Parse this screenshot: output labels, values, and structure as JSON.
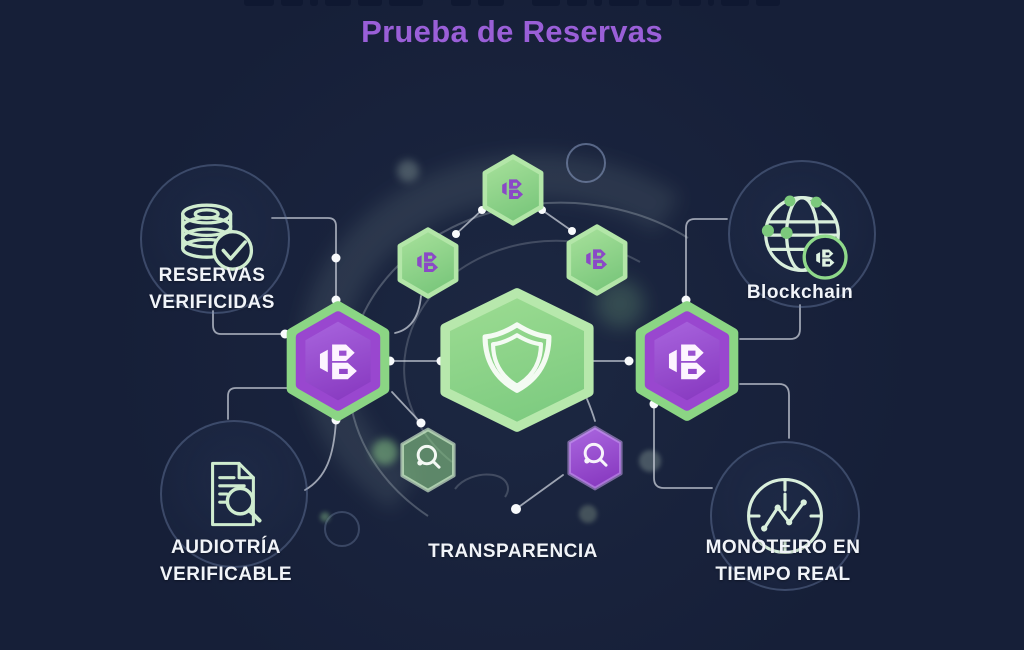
{
  "title": {
    "text": "Prueba de Reservas"
  },
  "nodes": {
    "reserves": {
      "label": "RESERVAS\nVERIFICIDAS",
      "icon": "coins-check-icon"
    },
    "blockchain": {
      "label": "Blockchain",
      "icon": "globe-network-icon"
    },
    "audit": {
      "label": "AUDIOTRÍA\nVERIFICABLE",
      "icon": "document-search-icon"
    },
    "transparency": {
      "label": "TRANSPARENCIA",
      "icon": "magnifier-hexagon-icon"
    },
    "monitoring": {
      "label": "MONOTEIRO EN\nTIEMPO REAL",
      "icon": "clock-chart-icon"
    }
  },
  "center": {
    "icon": "shield-icon"
  },
  "brand_logo": "ib-hexagon-logo",
  "colors": {
    "background": "#161f38",
    "title": "#9a5fd8",
    "hex_green": "#8ed587",
    "hex_green_border": "#b3e6a8",
    "hex_purple": "#9a4ed2",
    "icon_green": "#cfeccf",
    "label_text": "#f1f4f9",
    "connector": "#c9cfda",
    "logo_on_green": "#8a49c6",
    "logo_on_purple": "#fdf4ff"
  }
}
